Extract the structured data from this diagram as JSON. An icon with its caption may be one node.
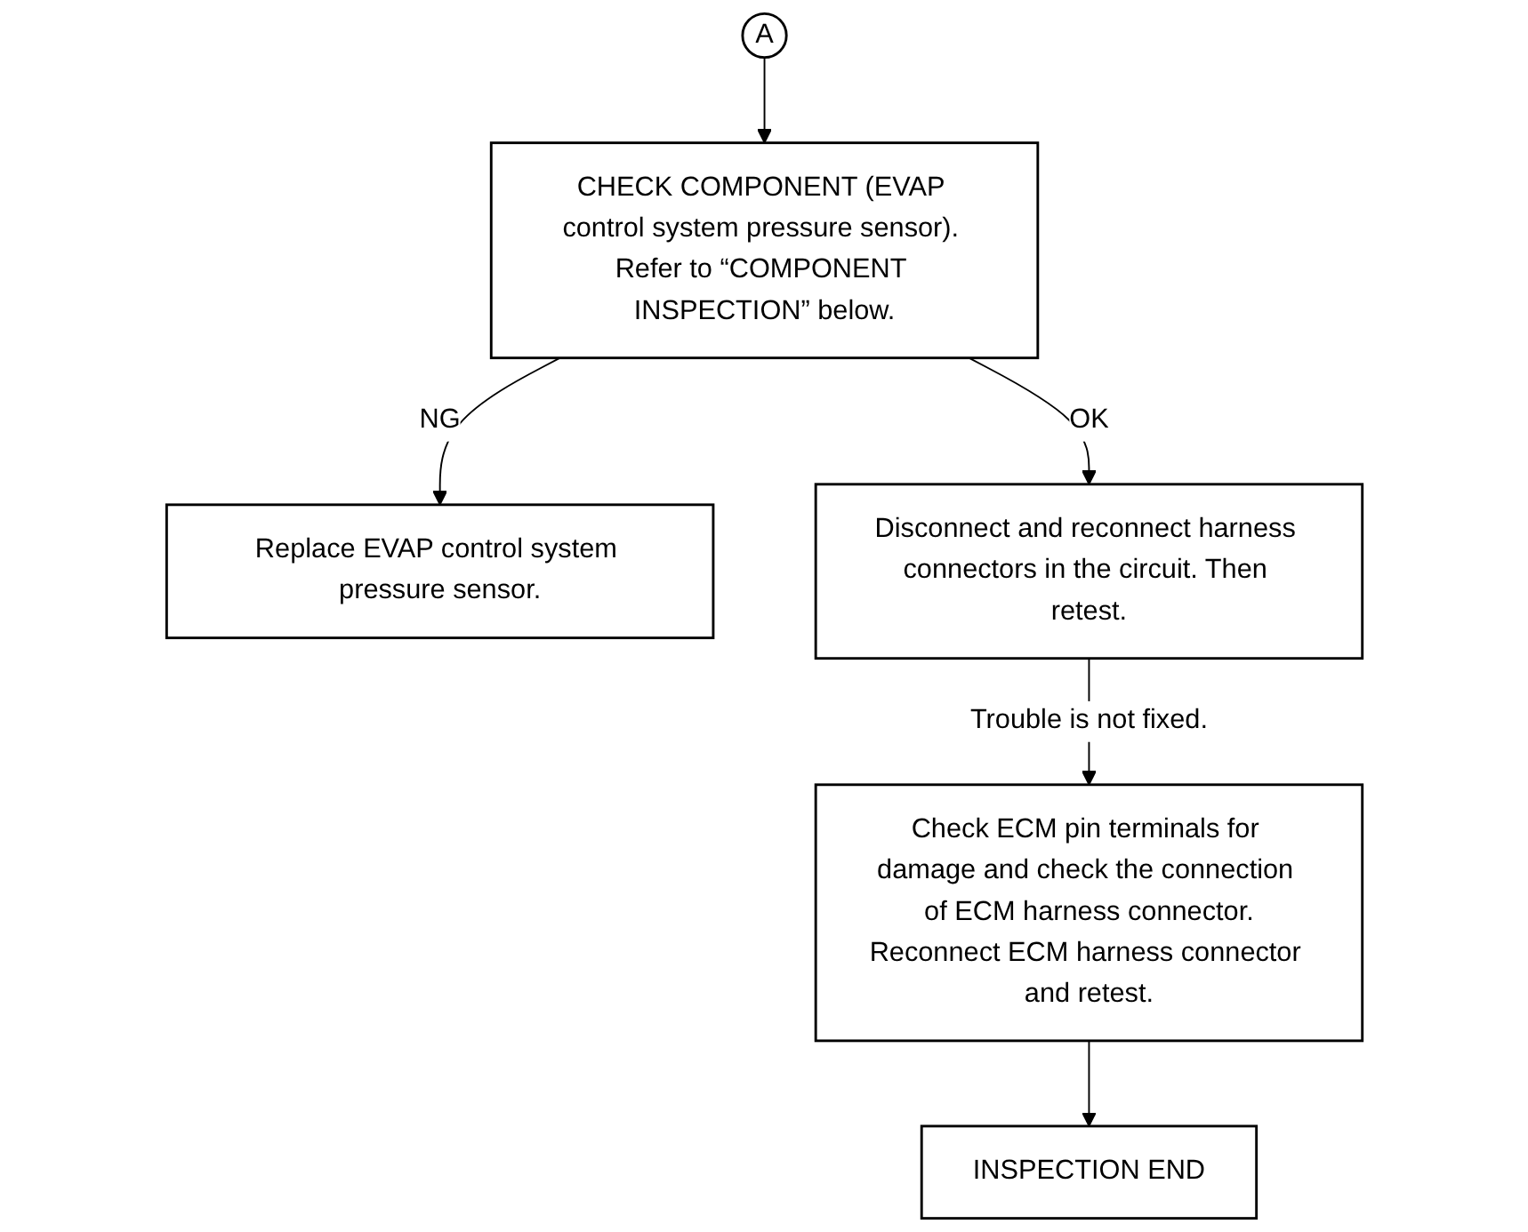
{
  "diagram": {
    "nodes": [
      {
        "text": [
          "A"
        ]
      },
      {
        "text": [
          "CHECK COMPONENT (EVAP control system pressure sensor). Refer to “COMPONENT INSPECTION” below."
        ]
      },
      {
        "text": [
          "Replace EVAP control system pressure sensor."
        ]
      },
      {
        "text": [
          "Disconnect and reconnect harness connectors in the circuit. Then retest."
        ]
      },
      {
        "text": [
          "Check ECM pin terminals for damage and check the connection of ECM harness connector.",
          "Reconnect ECM harness connector and retest."
        ]
      },
      {
        "text": [
          "INSPECTION END"
        ]
      }
    ],
    "edges": [
      {
        "from": 0,
        "to": 1,
        "arrow": "to"
      },
      {
        "from": 1,
        "to": 2,
        "arrow": "to",
        "label": "NG"
      },
      {
        "from": 1,
        "to": 3,
        "arrow": "to",
        "label": "OK"
      },
      {
        "from": 3,
        "to": 4,
        "arrow": "to",
        "label": "Trouble is not fixed."
      },
      {
        "from": 4,
        "to": 5,
        "arrow": "to"
      }
    ]
  }
}
